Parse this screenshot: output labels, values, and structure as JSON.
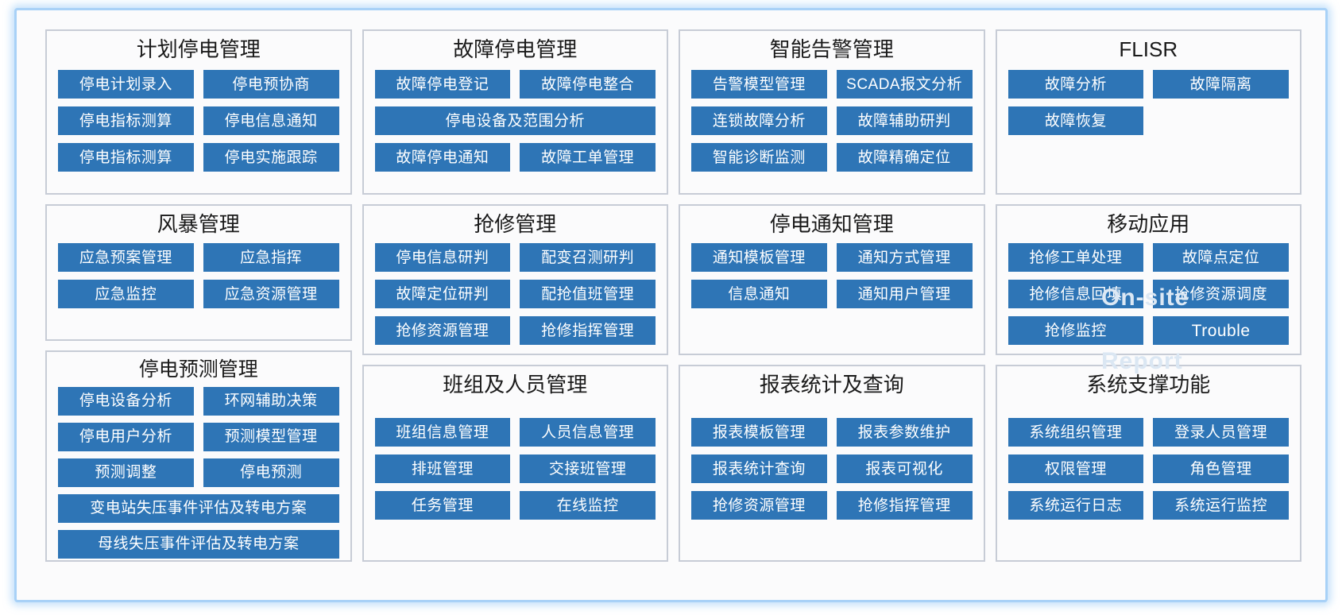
{
  "frame": {
    "accent_color": "#a8d1f7",
    "panel_border_color": "#c7ccd6",
    "button_color": "#2e75b6",
    "background_color": "#fbfbfc"
  },
  "panels": [
    {
      "id": "planned-outage-management",
      "title": "计划停电管理",
      "rows": [
        [
          "停电计划录入",
          "停电预协商"
        ],
        [
          "停电指标测算",
          "停电信息通知"
        ],
        [
          "停电指标测算",
          "停电实施跟踪"
        ]
      ]
    },
    {
      "id": "fault-outage-management",
      "title": "故障停电管理",
      "rows": [
        [
          "故障停电登记",
          "故障停电整合"
        ],
        [
          "停电设备及范围分析"
        ],
        [
          "故障停电通知",
          "故障工单管理"
        ]
      ]
    },
    {
      "id": "intelligent-alarm-management",
      "title": "智能告警管理",
      "rows": [
        [
          "告警模型管理",
          "SCADA报文分析"
        ],
        [
          "连锁故障分析",
          "故障辅助研判"
        ],
        [
          "智能诊断监测",
          "故障精确定位"
        ]
      ]
    },
    {
      "id": "flisr",
      "title": "FLISR",
      "rows": [
        [
          "故障分析",
          "故障隔离"
        ],
        [
          "故障恢复"
        ]
      ]
    },
    {
      "id": "storm-management",
      "title": "风暴管理",
      "rows": [
        [
          "应急预案管理",
          "应急指挥"
        ],
        [
          "应急监控",
          "应急资源管理"
        ]
      ]
    },
    {
      "id": "outage-forecast-management",
      "title": "停电预测管理",
      "rows": [
        [
          "停电设备分析",
          "环网辅助决策"
        ],
        [
          "停电用户分析",
          "预测模型管理"
        ],
        [
          "预测调整",
          "停电预测"
        ],
        [
          "变电站失压事件评估及转电方案"
        ],
        [
          "母线失压事件评估及转电方案"
        ]
      ]
    },
    {
      "id": "emergency-repair-management",
      "title": "抢修管理",
      "rows": [
        [
          "停电信息研判",
          "配变召测研判"
        ],
        [
          "故障定位研判",
          "配抢值班管理"
        ],
        [
          "抢修资源管理",
          "抢修指挥管理"
        ]
      ]
    },
    {
      "id": "outage-notification-management",
      "title": "停电通知管理",
      "rows": [
        [
          "通知模板管理",
          "通知方式管理"
        ],
        [
          "信息通知",
          "通知用户管理"
        ]
      ]
    },
    {
      "id": "mobile-application",
      "title": "移动应用",
      "rows": [
        [
          "抢修工单处理",
          "故障点定位"
        ],
        [
          "抢修信息回填",
          "抢修资源调度"
        ],
        [
          "抢修监控",
          "Trouble"
        ]
      ]
    },
    {
      "id": "team-and-personnel-management",
      "title": "班组及人员管理",
      "rows": [
        [
          "班组信息管理",
          "人员信息管理"
        ],
        [
          "排班管理",
          "交接班管理"
        ],
        [
          "任务管理",
          "在线监控"
        ]
      ]
    },
    {
      "id": "report-statistics-and-query",
      "title": "报表统计及查询",
      "rows": [
        [
          "报表模板管理",
          "报表参数维护"
        ],
        [
          "报表统计查询",
          "报表可视化"
        ],
        [
          "抢修资源管理",
          "抢修指挥管理"
        ]
      ]
    },
    {
      "id": "system-support-functions",
      "title": "系统支撑功能",
      "rows": [
        [
          "系统组织管理",
          "登录人员管理"
        ],
        [
          "权限管理",
          "角色管理"
        ],
        [
          "系统运行日志",
          "系统运行监控"
        ]
      ]
    }
  ],
  "overlay_watermark": {
    "line1": "On-site",
    "line2": "Trouble",
    "line3": "Report"
  }
}
